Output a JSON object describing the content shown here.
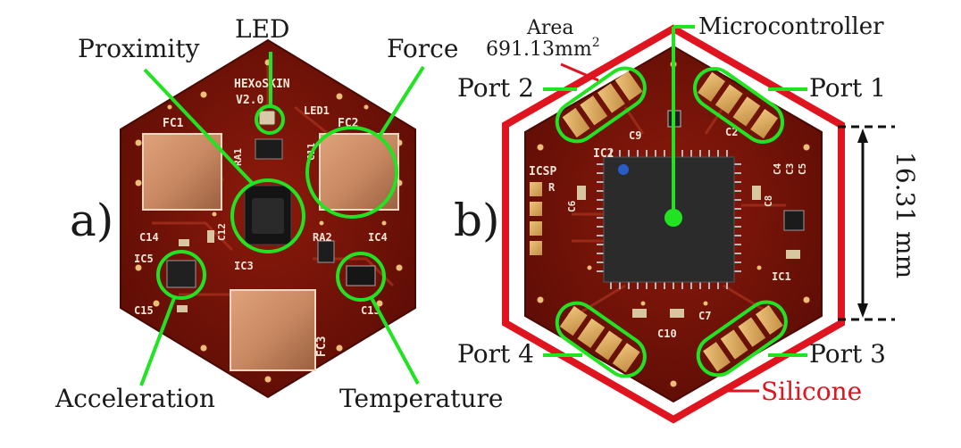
{
  "panel_a": {
    "panel_label": "a)",
    "labels": {
      "led": "LED",
      "proximity": "Proximity",
      "force": "Force",
      "acceleration": "Acceleration",
      "temperature": "Temperature"
    },
    "silkscreen": {
      "title1": "HEXoSKIN",
      "title2": "V2.0",
      "led1": "LED1",
      "fc1": "FC1",
      "fc2": "FC2",
      "fc3": "FC3",
      "ic3": "IC3",
      "ic4": "IC4",
      "ic5": "IC5",
      "ra1": "RA1",
      "ra2": "RA2",
      "c14": "C14",
      "c15": "C15",
      "c13": "C13",
      "c12": "C12",
      "c11": "C11"
    }
  },
  "panel_b": {
    "panel_label": "b)",
    "labels": {
      "area_title": "Area",
      "area_value": "691.13mm",
      "area_exp": "2",
      "microcontroller": "Microcontroller",
      "port1": "Port 1",
      "port2": "Port 2",
      "port3": "Port 3",
      "port4": "Port 4",
      "silicone": "Silicone",
      "dimension": "16.31 mm"
    },
    "silkscreen": {
      "icsp": "ICSP",
      "ic2": "IC2",
      "ic1": "IC1",
      "c2": "C2",
      "c3": "C3",
      "c4": "C4",
      "c5": "C5",
      "c6": "C6",
      "c7": "C7",
      "c8": "C8",
      "c9": "C9",
      "c10": "C10",
      "r": "R"
    }
  },
  "colors": {
    "pcb": "#7a1208",
    "copper": "#c98a63",
    "gold": "#d8a85c",
    "highlight": "#22e322",
    "silicone": "#e0141e"
  }
}
